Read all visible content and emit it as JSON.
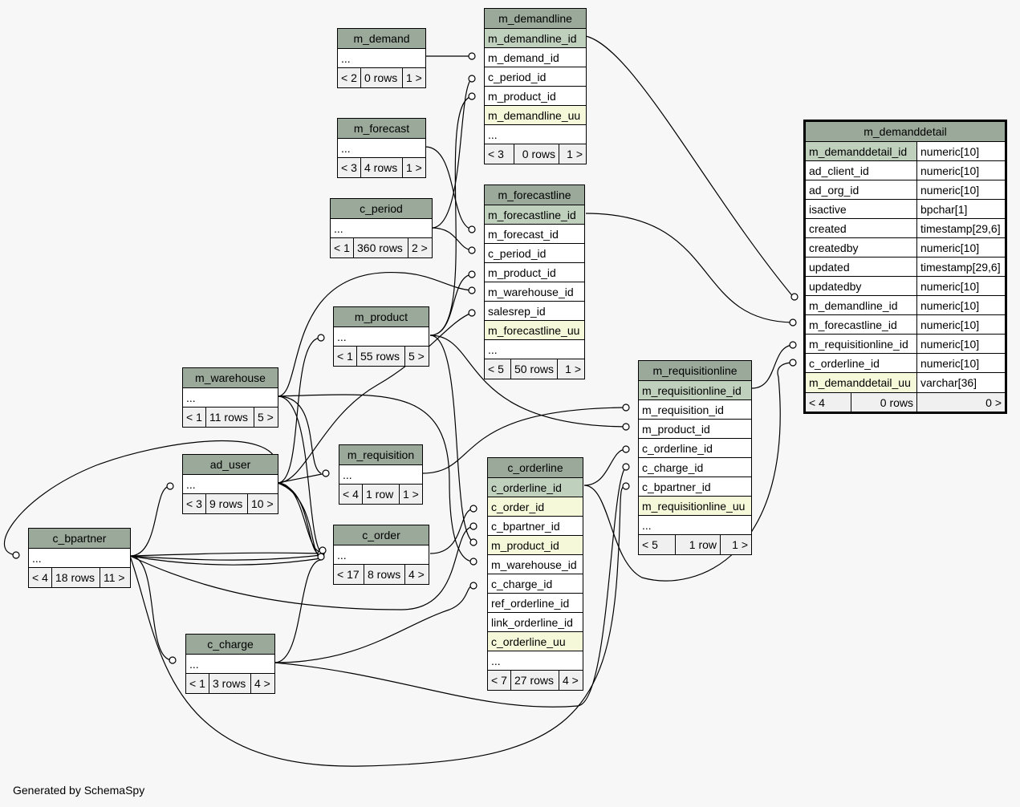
{
  "footer_text": "Generated by SchemaSpy",
  "tables": {
    "m_demand": {
      "name": "m_demand",
      "rows": [
        "..."
      ],
      "foot": [
        "< 2",
        "0 rows",
        "1 >"
      ]
    },
    "m_demandline": {
      "name": "m_demandline",
      "rows": [
        "m_demandline_id",
        "m_demand_id",
        "c_period_id",
        "m_product_id",
        "m_demandline_uu",
        "..."
      ],
      "foot": [
        "< 3",
        "0 rows",
        "1 >"
      ]
    },
    "m_forecast": {
      "name": "m_forecast",
      "rows": [
        "..."
      ],
      "foot": [
        "< 3",
        "4 rows",
        "1 >"
      ]
    },
    "c_period": {
      "name": "c_period",
      "rows": [
        "..."
      ],
      "foot": [
        "< 1",
        "360 rows",
        "2 >"
      ]
    },
    "m_forecastline": {
      "name": "m_forecastline",
      "rows": [
        "m_forecastline_id",
        "m_forecast_id",
        "c_period_id",
        "m_product_id",
        "m_warehouse_id",
        "salesrep_id",
        "m_forecastline_uu",
        "..."
      ],
      "foot": [
        "< 5",
        "50 rows",
        "1 >"
      ]
    },
    "m_product": {
      "name": "m_product",
      "rows": [
        "..."
      ],
      "foot": [
        "< 1",
        "55 rows",
        "5 >"
      ]
    },
    "m_warehouse": {
      "name": "m_warehouse",
      "rows": [
        "..."
      ],
      "foot": [
        "< 1",
        "11 rows",
        "5 >"
      ]
    },
    "ad_user": {
      "name": "ad_user",
      "rows": [
        "..."
      ],
      "foot": [
        "< 3",
        "9 rows",
        "10 >"
      ]
    },
    "m_requisition": {
      "name": "m_requisition",
      "rows": [
        "..."
      ],
      "foot": [
        "< 4",
        "1 row",
        "1 >"
      ]
    },
    "c_bpartner": {
      "name": "c_bpartner",
      "rows": [
        "..."
      ],
      "foot": [
        "< 4",
        "18 rows",
        "11 >"
      ]
    },
    "c_order": {
      "name": "c_order",
      "rows": [
        "..."
      ],
      "foot": [
        "< 17",
        "8 rows",
        "4 >"
      ]
    },
    "c_charge": {
      "name": "c_charge",
      "rows": [
        "..."
      ],
      "foot": [
        "< 1",
        "3 rows",
        "4 >"
      ]
    },
    "c_orderline": {
      "name": "c_orderline",
      "rows": [
        "c_orderline_id",
        "c_order_id",
        "c_bpartner_id",
        "m_product_id",
        "m_warehouse_id",
        "c_charge_id",
        "ref_orderline_id",
        "link_orderline_id",
        "c_orderline_uu",
        "..."
      ],
      "foot": [
        "< 7",
        "27 rows",
        "4 >"
      ]
    },
    "m_requisitionline": {
      "name": "m_requisitionline",
      "rows": [
        "m_requisitionline_id",
        "m_requisition_id",
        "m_product_id",
        "c_orderline_id",
        "c_charge_id",
        "c_bpartner_id",
        "m_requisitionline_uu",
        "..."
      ],
      "foot": [
        "< 5",
        "1 row",
        "1 >"
      ]
    },
    "m_demanddetail": {
      "name": "m_demanddetail",
      "cols": [
        {
          "name": "m_demanddetail_id",
          "type": "numeric[10]"
        },
        {
          "name": "ad_client_id",
          "type": "numeric[10]"
        },
        {
          "name": "ad_org_id",
          "type": "numeric[10]"
        },
        {
          "name": "isactive",
          "type": "bpchar[1]"
        },
        {
          "name": "created",
          "type": "timestamp[29,6]"
        },
        {
          "name": "createdby",
          "type": "numeric[10]"
        },
        {
          "name": "updated",
          "type": "timestamp[29,6]"
        },
        {
          "name": "updatedby",
          "type": "numeric[10]"
        },
        {
          "name": "m_demandline_id",
          "type": "numeric[10]"
        },
        {
          "name": "m_forecastline_id",
          "type": "numeric[10]"
        },
        {
          "name": "m_requisitionline_id",
          "type": "numeric[10]"
        },
        {
          "name": "c_orderline_id",
          "type": "numeric[10]"
        },
        {
          "name": "m_demanddetail_uu",
          "type": "varchar[36]"
        }
      ],
      "foot": [
        "< 4",
        "0 rows",
        "0 >"
      ]
    }
  }
}
